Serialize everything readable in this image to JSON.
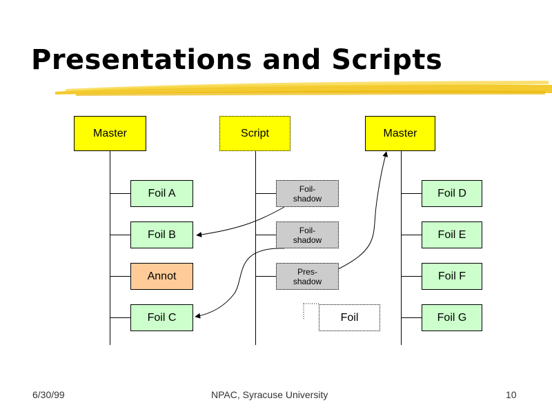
{
  "title": "Presentations and Scripts",
  "colors": {
    "master": "#ffff00",
    "foil": "#ccffcc",
    "annot": "#ffcc99",
    "shadow": "#cccccc",
    "brush": "#f2c418"
  },
  "nodes": {
    "master_left": "Master",
    "script": "Script",
    "master_right": "Master",
    "foil_a": "Foil A",
    "foil_b": "Foil B",
    "annot": "Annot",
    "foil_c": "Foil C",
    "foil_shadow_1": [
      "Foil-",
      "shadow"
    ],
    "foil_shadow_2": [
      "Foil-",
      "shadow"
    ],
    "pres_shadow": [
      "Pres-",
      "shadow"
    ],
    "foil": "Foil",
    "foil_d": "Foil D",
    "foil_e": "Foil E",
    "foil_f": "Foil F",
    "foil_g": "Foil G"
  },
  "footer": {
    "date": "6/30/99",
    "center": "NPAC, Syracuse University",
    "page": "10"
  }
}
